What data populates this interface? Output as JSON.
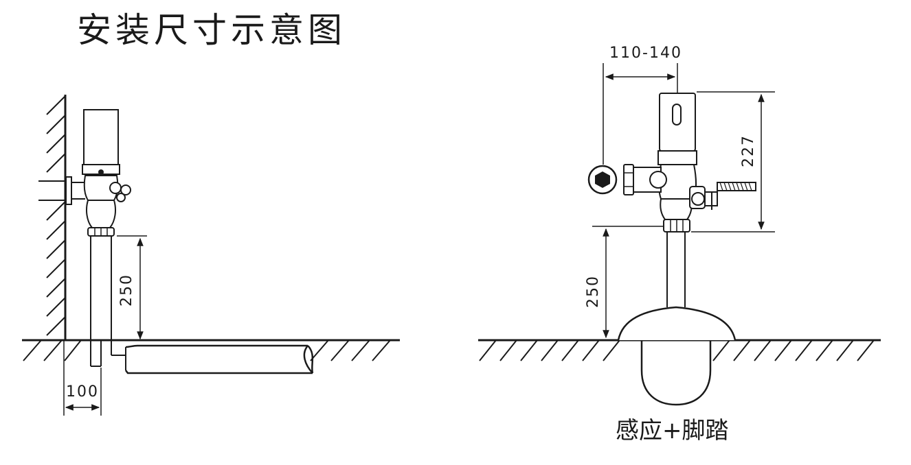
{
  "title": "安装尺寸示意图",
  "left_figure": {
    "dim_height": "250",
    "dim_offset": "100"
  },
  "right_figure": {
    "dim_width": "110-140",
    "dim_valve_height": "227",
    "dim_height": "250",
    "caption": "感应+脚踏"
  }
}
